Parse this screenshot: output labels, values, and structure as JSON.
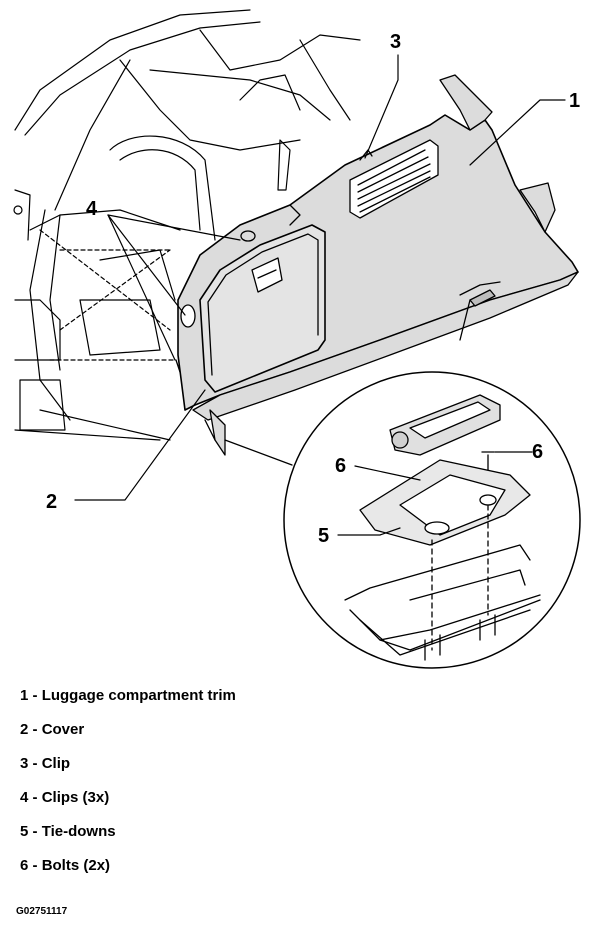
{
  "callouts": [
    "1",
    "2",
    "3",
    "4",
    "5",
    "6",
    "6"
  ],
  "legend": [
    {
      "num": "1 - ",
      "text": "Luggage compartment trim"
    },
    {
      "num": "2 - ",
      "text": "Cover"
    },
    {
      "num": "3 - ",
      "text": "Clip"
    },
    {
      "num": "4 - ",
      "text": "Clips (3x)"
    },
    {
      "num": "5 - ",
      "text": "Tie-downs"
    },
    {
      "num": "6 - ",
      "text": "Bolts (2x)"
    }
  ],
  "figure_code": "G02751117",
  "colors": {
    "trim_fill": "#dcdcdc",
    "line": "#000000",
    "background": "#ffffff"
  }
}
